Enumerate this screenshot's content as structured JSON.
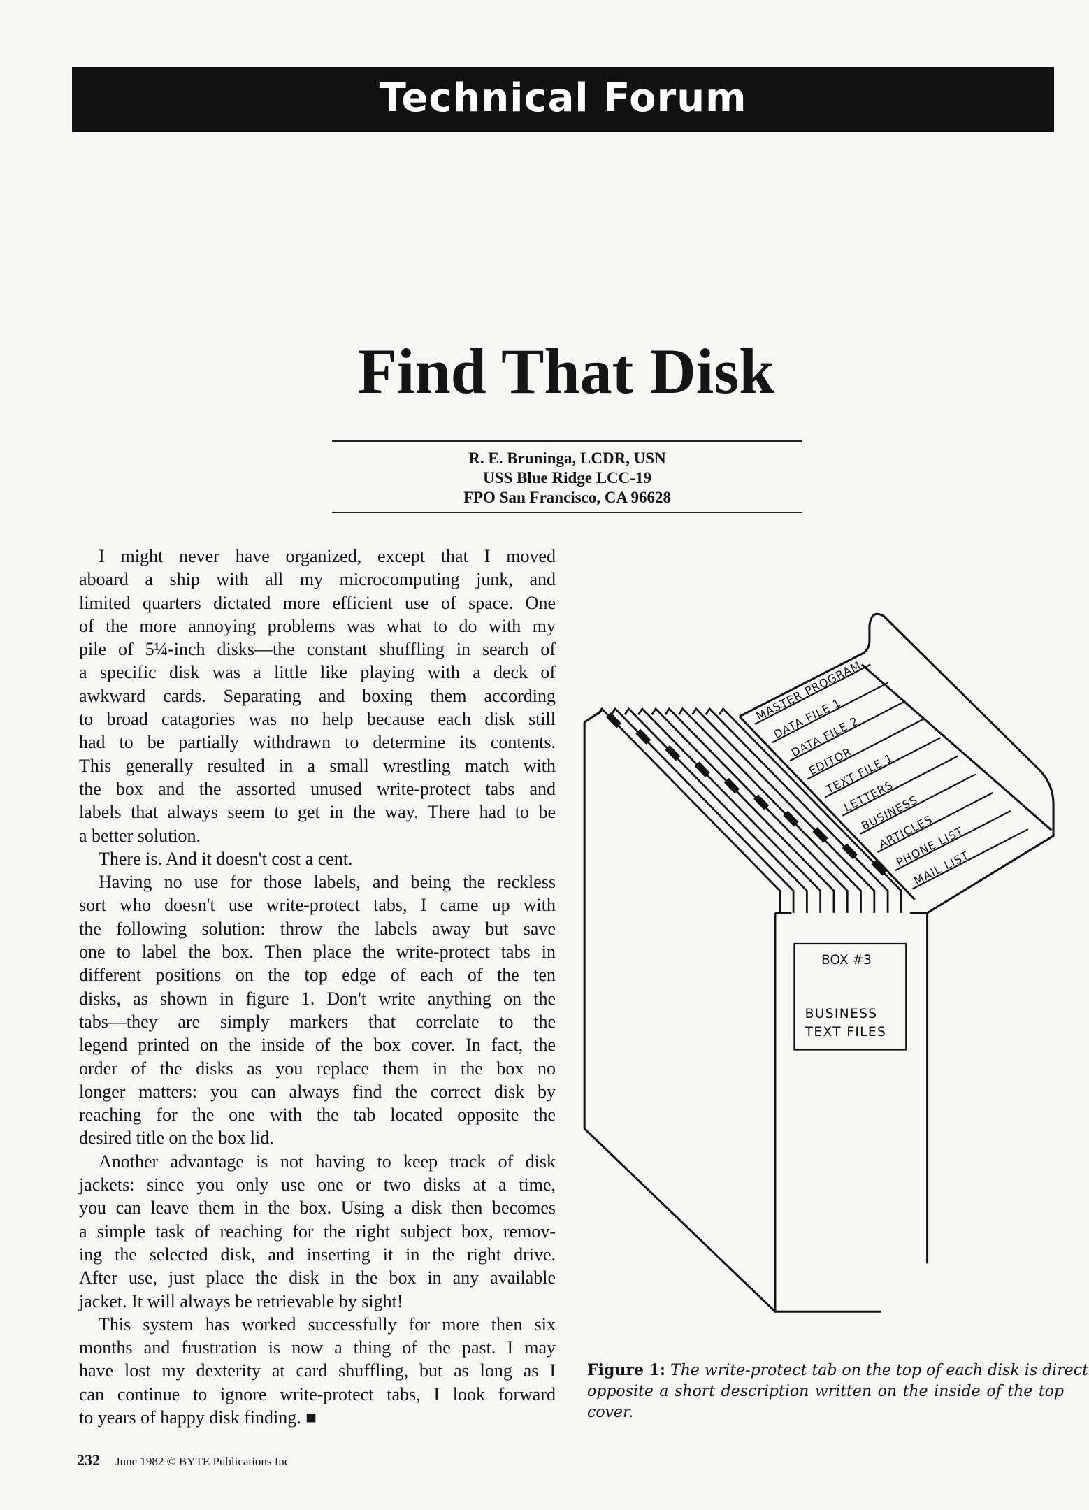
{
  "header": {
    "section": "Technical Forum"
  },
  "article": {
    "title": "Find That Disk",
    "byline": [
      "R. E. Bruninga, LCDR, USN",
      "USS Blue Ridge LCC-19",
      "FPO San Francisco, CA 96628"
    ],
    "paragraphs": [
      [
        "I might never have organized, except that I moved",
        "aboard a ship with all my microcomputing junk, and",
        "limited quarters dictated more efficient use of space. One",
        "of the more annoying problems was what to do with my",
        "pile of 5¼-inch disks—the constant shuffling in search of",
        "a specific disk was a little like playing with a deck of",
        "awkward cards. Separating and boxing them according",
        "to broad catagories was no help because each disk still",
        "had to be partially withdrawn to determine its contents.",
        "This generally resulted in a small wrestling match with",
        "the box and the assorted unused write-protect tabs and",
        "labels that always seem to get in the way. There had to be",
        "a better solution."
      ],
      [
        "There is. And it doesn't cost a cent."
      ],
      [
        "Having no use for those labels, and being the reckless",
        "sort who doesn't use write-protect tabs, I came up with",
        "the following solution: throw the labels away but save",
        "one to label the box. Then place the write-protect tabs in",
        "different positions on the top edge of each of the ten",
        "disks, as shown in figure 1. Don't write anything on the",
        "tabs—they are simply markers that correlate to the",
        "legend printed on the inside of the box cover. In fact, the",
        "order of the disks as you replace them in the box no",
        "longer matters: you can always find the correct disk by",
        "reaching for the one with the tab located opposite the",
        "desired title on the box lid."
      ],
      [
        "Another advantage is not having to keep track of disk",
        "jackets: since you only use one or two disks at a time,",
        "you can leave them in the box. Using a disk then becomes",
        "a simple task of reaching for the right subject box, remov-",
        "ing the selected disk, and inserting it in the right drive.",
        "After use, just place the disk in the box in any available",
        "jacket. It will always be retrievable by sight!"
      ],
      [
        "This system has worked successfully for more then six",
        "months and frustration is now a thing of the past. I may",
        "have lost my dexterity at card shuffling, but as long as I",
        "can continue to ignore write-protect tabs, I look forward",
        "to years of happy disk finding. ■"
      ]
    ]
  },
  "figure": {
    "lid_labels": [
      "MASTER PROGRAM",
      "DATA FILE 1",
      "DATA FILE 2",
      "EDITOR",
      "TEXT FILE 1",
      "LETTERS",
      "BUSINESS",
      "ARTICLES",
      "PHONE LIST",
      "MAIL LIST"
    ],
    "box_label": {
      "title": "BOX #3",
      "line1": "BUSINESS",
      "line2": "TEXT FILES"
    },
    "caption": {
      "label": "Figure 1:",
      "lines": [
        "The write-protect tab on the top of each disk is directly",
        "opposite a short description written on the inside of the top",
        "cover."
      ]
    }
  },
  "footer": {
    "page_number": "232",
    "imprint": "June 1982 © BYTE Publications Inc"
  }
}
